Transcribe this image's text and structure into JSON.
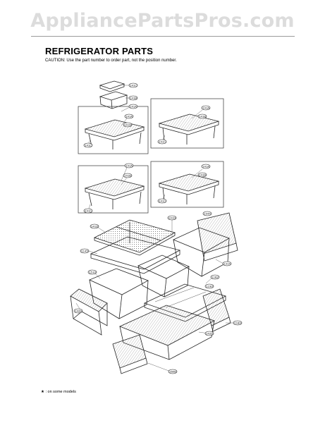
{
  "watermark": "AppliancePartsPros.com",
  "heading": "REFRIGERATOR PARTS",
  "caution": "CAUTION: Use the part number to order part, not the position number.",
  "footnote": "★ : on some models",
  "callouts": {
    "c1": "141C",
    "c2": "141B",
    "c3": "141A",
    "c4": "141A",
    "c5": "141D",
    "c6": "141B",
    "c7": "141C",
    "c8": "141A",
    "c9": "141B",
    "c10": "141C",
    "c11": "141A",
    "c12": "141B",
    "c13": "141C",
    "c14": "141A",
    "c15": "141C",
    "c16": "141D",
    "c17": "141D",
    "c18": "1145",
    "c19": "1044",
    "c20": "1510",
    "c21": "1190",
    "c22": "1182",
    "c23": "1314",
    "c24": "142B",
    "c25": "1180",
    "c26": "142D",
    "c27": "160B"
  }
}
